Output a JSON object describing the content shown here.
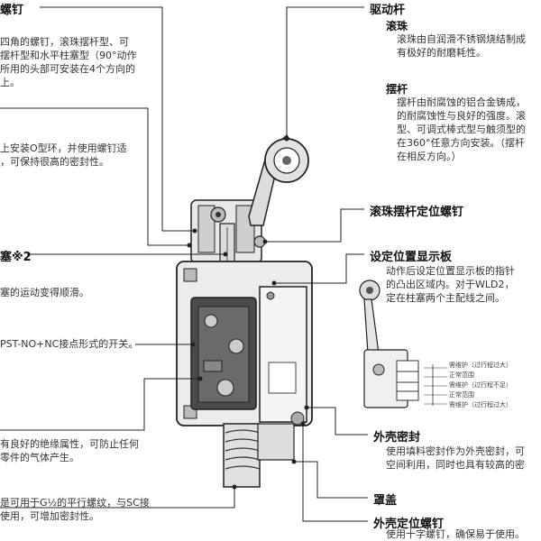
{
  "left": {
    "screw_head_fragment": "螺钉",
    "screw_lines": [
      "四角的螺钉，滚珠摆杆型、可",
      "摆杆型和水平柱塞型（90°动作",
      "所用的头部可安装在4个方向的",
      "上。"
    ],
    "oring_lines": [
      "上安装O型环，并使用螺钉适",
      "，可保持很高的密封性。"
    ],
    "plunger_head_fragment": "塞※2",
    "plunger_text": "塞的运动变得顺滑。",
    "switch_text": "PST-NO+NC接点形式的开关。",
    "insulation_lines": [
      "有良好的绝缘属性，可防止任何",
      "零件的气体产生。"
    ],
    "thread_lines": [
      "是可用于G½的平行螺纹，与SC接",
      "使用，可增加密封性。"
    ]
  },
  "right": {
    "actuator_title": "驱动杆",
    "roller_title": "滚珠",
    "roller_lines": [
      "滚珠由自润滑不锈钢烧结制成",
      "有极好的耐磨耗性。"
    ],
    "lever_title": "摆杆",
    "lever_lines": [
      "摆杆由耐腐蚀的铝合金铸成，",
      "的耐腐蚀性与良好的强度。滚",
      "型、可调式棒式型与触须型的",
      "在360°任意方向安装。（摆杆",
      "在相反方向。）"
    ],
    "lever_screw_title": "滚珠摆杆定位螺钉",
    "indicator_title": "设定位置显示板",
    "indicator_lines": [
      "动作后设定位置显示板的指针",
      "的凸出区域内。对于WLD2，",
      "定在柱塞两个主配线之间。"
    ],
    "seal_title": "外壳密封",
    "seal_lines": [
      "使用填料密封作为外壳密封，可",
      "空间利用，同时也具有较高的密"
    ],
    "cover_title": "罩盖",
    "housing_screw_title": "外壳定位螺钉",
    "housing_screw_text": "使用十字螺钉，确保易于使用。"
  },
  "indicator_labels": [
    "需维护（过行程过大）",
    "正常范围",
    "需维护（过行程不足）",
    "正常范围",
    "需维护（过行程过大）"
  ],
  "colors": {
    "line": "#222222",
    "body": "#e6e6e6",
    "dark": "#3a3a3a"
  }
}
